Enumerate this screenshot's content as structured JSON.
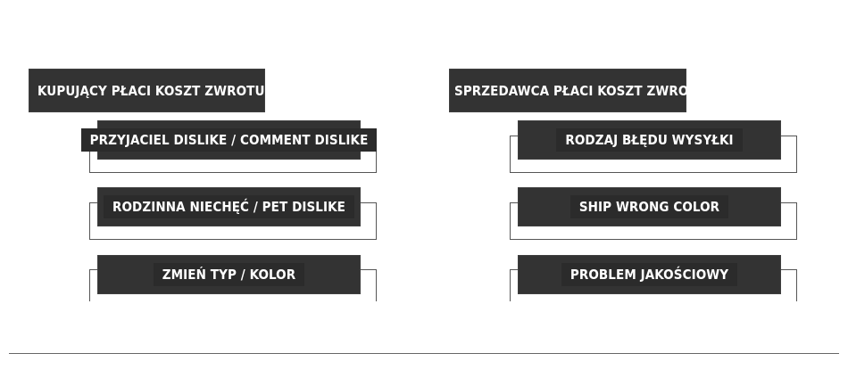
{
  "left_column": {
    "header": "KUPUJĄCY PŁACI KOSZT ZWROTU",
    "items": [
      "PRZYJACIEL DISLIKE / COMMENT DISLIKE",
      "RODZINNA NIECHĘĆ / PET DISLIKE",
      "ZMIEŃ TYP / KOLOR"
    ]
  },
  "right_column": {
    "header": "SPRZEDAWCA PŁACI KOSZT ZWROTU",
    "items": [
      "RODZAJ BŁĘDU WYSYŁKI",
      "SHIP WRONG COLOR",
      "PROBLEM JAKOŚCIOWY"
    ]
  },
  "colors": {
    "box_fill": "#333333",
    "text": "#ffffff",
    "bracket_line": "#555555"
  }
}
